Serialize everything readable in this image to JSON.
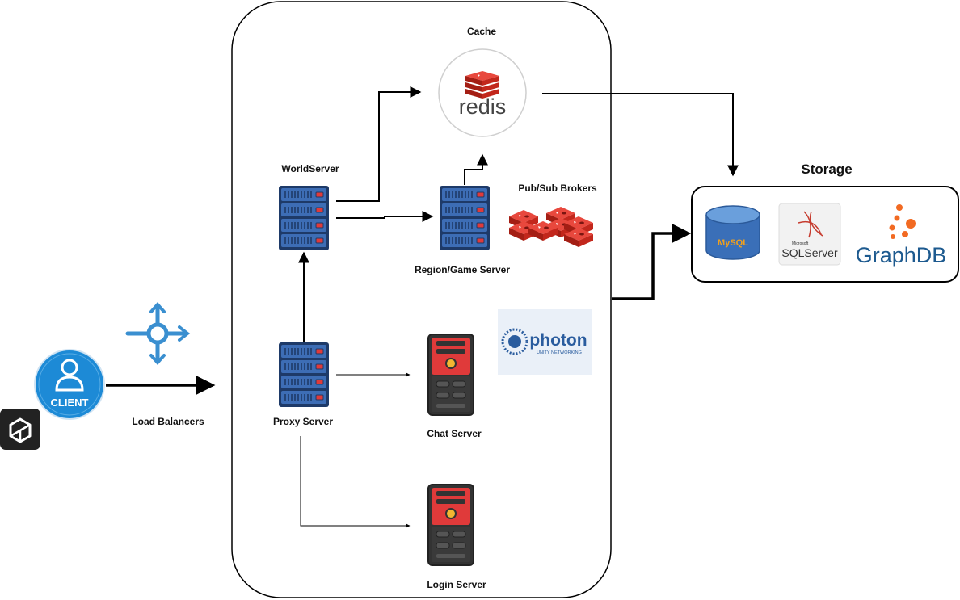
{
  "labels": {
    "cache": "Cache",
    "world_server": "WorldServer",
    "pubsub": "Pub/Sub Brokers",
    "region_server": "Region/Game Server",
    "proxy_server": "Proxy Server",
    "chat_server": "Chat Server",
    "login_server": "Login Server",
    "load_balancers": "Load Balancers",
    "storage": "Storage"
  },
  "logos": {
    "redis": "redis",
    "photon": "photon",
    "photon_sub": "UNITY NETWORKING",
    "client": "CLIENT",
    "mysql": "MySQL",
    "sqlserver_small": "Microsoft",
    "sqlserver": "SQLServer",
    "graphdb": "GraphDB"
  },
  "colors": {
    "server_blue": "#3d6db5",
    "server_dark": "#1e3a68",
    "server_led": "#e03a3a",
    "redis_red": "#d82c20",
    "client_blue": "#1d8ad6",
    "lb_blue": "#3a8fd0",
    "graphdb_orange": "#f26a22",
    "graphdb_blue": "#1d5a8f"
  },
  "icons": {
    "client": "user-circle-icon",
    "unity": "unity-logo-icon",
    "load_balancer": "load-balancer-icon",
    "rack_server": "rack-server-icon",
    "tower_server": "tower-server-icon",
    "database": "database-cylinder-icon"
  }
}
